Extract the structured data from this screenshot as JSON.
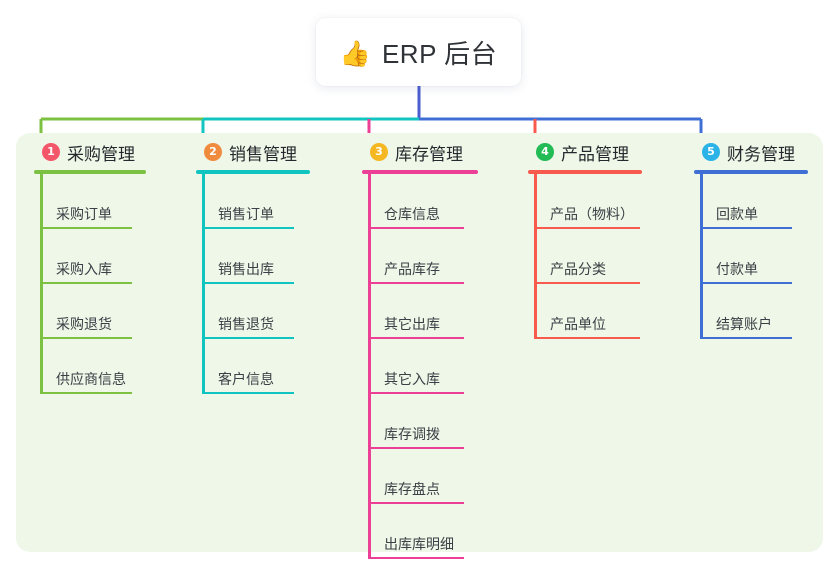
{
  "root": {
    "icon": "thumbs-up-icon",
    "emoji": "👍",
    "title": "ERP 后台"
  },
  "theme": {
    "panel_bg": "#eef7e8",
    "page_bg": "#ffffff",
    "card_bg": "#ffffff",
    "text": "#2f3337",
    "stem": "#4a5ed0"
  },
  "columns": [
    {
      "number": "1",
      "title": "采购管理",
      "badge_color": "#f4566a",
      "line_color": "#7cc142",
      "items": [
        {
          "label": "采购订单"
        },
        {
          "label": "采购入库"
        },
        {
          "label": "采购退货"
        },
        {
          "label": "供应商信息"
        }
      ]
    },
    {
      "number": "2",
      "title": "销售管理",
      "badge_color": "#f08a3c",
      "line_color": "#10c4c0",
      "items": [
        {
          "label": "销售订单"
        },
        {
          "label": "销售出库"
        },
        {
          "label": "销售退货"
        },
        {
          "label": "客户信息"
        }
      ]
    },
    {
      "number": "3",
      "title": "库存管理",
      "badge_color": "#f5b722",
      "line_color": "#ec3f96",
      "items": [
        {
          "label": "仓库信息"
        },
        {
          "label": "产品库存"
        },
        {
          "label": "其它出库"
        },
        {
          "label": "其它入库"
        },
        {
          "label": "库存调拨"
        },
        {
          "label": "库存盘点"
        },
        {
          "label": "出库库明细"
        }
      ]
    },
    {
      "number": "4",
      "title": "产品管理",
      "badge_color": "#22bb55",
      "line_color": "#f85b4e",
      "items": [
        {
          "label": "产品（物料）"
        },
        {
          "label": "产品分类"
        },
        {
          "label": "产品单位"
        }
      ]
    },
    {
      "number": "5",
      "title": "财务管理",
      "badge_color": "#2bb3e8",
      "line_color": "#3f6fd4",
      "items": [
        {
          "label": "回款单"
        },
        {
          "label": "付款单"
        },
        {
          "label": "结算账户"
        }
      ]
    }
  ]
}
